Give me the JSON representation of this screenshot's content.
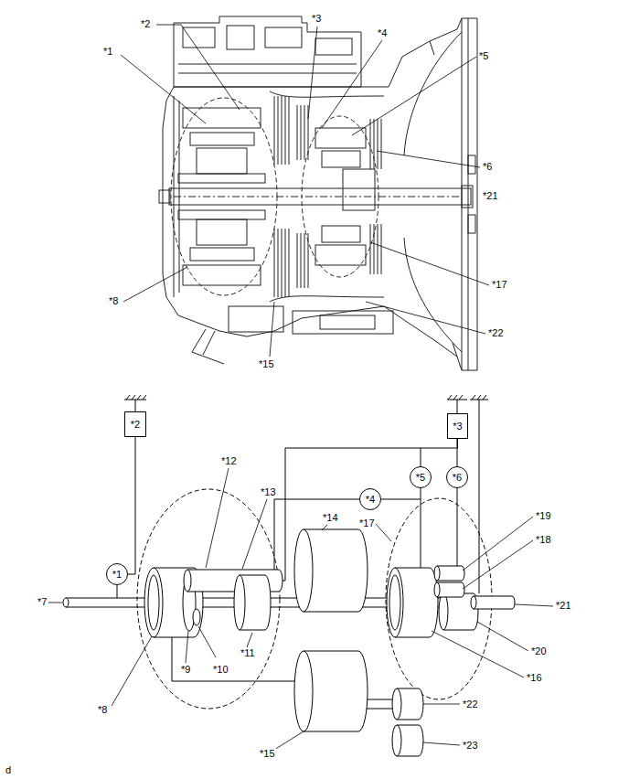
{
  "diagram": {
    "nodes": [
      {
        "text": [
          "*2"
        ]
      },
      {
        "text": [
          "*3"
        ]
      },
      {
        "text": [
          "*5"
        ]
      },
      {
        "text": [
          "*6"
        ]
      },
      {
        "text": [
          "*4"
        ]
      },
      {
        "text": [
          "*1"
        ]
      }
    ],
    "edges": [
      {
        "from": 0,
        "to": 5,
        "arrow": "none"
      },
      {
        "from": 1,
        "to": 2,
        "arrow": "none"
      },
      {
        "from": 1,
        "to": 3,
        "arrow": "none"
      }
    ],
    "labels": [
      "*1",
      "*2",
      "*3",
      "*4",
      "*5",
      "*6",
      "*21",
      "*17",
      "*8",
      "*22",
      "*15",
      "*12",
      "*13",
      "*17",
      "*14",
      "*19",
      "*18",
      "*7",
      "*21",
      "*11",
      "*20",
      "*9",
      "*10",
      "*8",
      "*16",
      "*22",
      "*15",
      "*23",
      "d"
    ]
  }
}
